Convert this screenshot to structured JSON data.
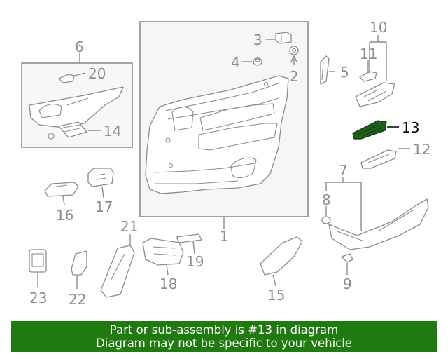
{
  "callouts": {
    "c1": "1",
    "c2": "2",
    "c3": "3",
    "c4": "4",
    "c5": "5",
    "c6": "6",
    "c7": "7",
    "c8": "8",
    "c9": "9",
    "c10": "10",
    "c11": "11",
    "c12": "12",
    "c13": "13",
    "c14": "14",
    "c15": "15",
    "c16": "16",
    "c17": "17",
    "c18": "18",
    "c19": "19",
    "c20": "20",
    "c21": "21",
    "c22": "22",
    "c23": "23"
  },
  "highlight": {
    "part": "13",
    "color": "#1f5f1a"
  },
  "banner": {
    "line1": "Part or sub-assembly is #13 in diagram",
    "line2": "Diagram may not be specific to your vehicle",
    "background": "#1f7a0f"
  }
}
